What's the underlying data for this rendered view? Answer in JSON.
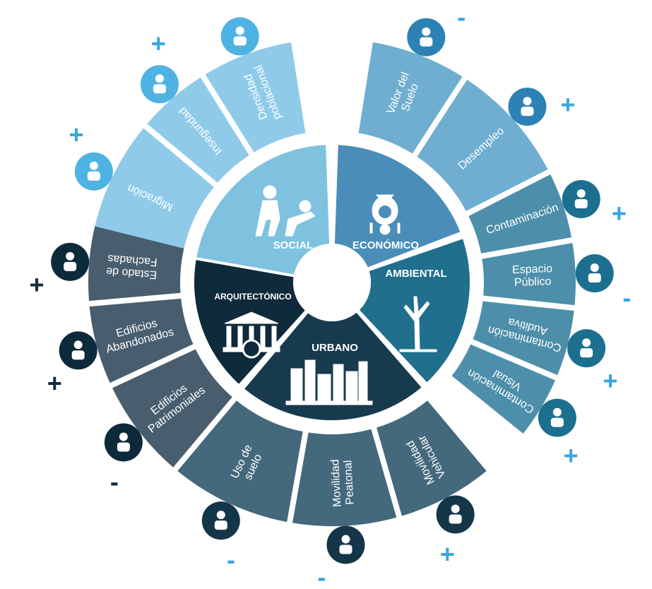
{
  "colors": {
    "social_outer": "#8fcbe9",
    "social_inner": "#7ec2e0",
    "economico_outer": "#6faed0",
    "economico_inner": "#4a8db8",
    "ambiental_outer": "#4d8faa",
    "ambiental_inner": "#1f6f8d",
    "urbano_outer": "#44687c",
    "urbano_inner": "#173a4f",
    "arquitectonico_outer": "#485e6e",
    "arquitectonico_inner": "#0e2a3b",
    "plus": "#3aa6dc",
    "dark_plus": "#0f2c3d",
    "icon_social": "#4eb3e3",
    "icon_economico": "#2c82b4",
    "icon_ambiental": "#1d6f8f",
    "icon_urbano": "#153548",
    "icon_arquitectonico": "#0d2a3a"
  },
  "categories": [
    {
      "key": "social",
      "label": "SOCIAL",
      "icon": "people-helping-icon"
    },
    {
      "key": "economico",
      "label": "ECONÓMICO",
      "icon": "money-bag-icon"
    },
    {
      "key": "ambiental",
      "label": "AMBIENTAL",
      "icon": "dead-tree-icon"
    },
    {
      "key": "urbano",
      "label": "URBANO",
      "icon": "ruined-city-icon"
    },
    {
      "key": "arquitectonico",
      "label": "ARQUITECTÓNICO",
      "icon": "damaged-building-icon"
    }
  ],
  "segments": [
    {
      "label": "Migración",
      "category": "social",
      "sign": "+",
      "icon": "migrants-icon"
    },
    {
      "label": "Inseguridad",
      "category": "social",
      "sign": "+",
      "icon": "robbery-icon"
    },
    {
      "label": "Densidad poblacional",
      "category": "social",
      "sign": "",
      "icon": "population-icon"
    },
    {
      "label": "Valor del Suelo",
      "category": "economico",
      "sign": "-",
      "icon": "plant-in-hand-icon"
    },
    {
      "label": "Desempleo",
      "category": "economico",
      "sign": "+",
      "icon": "unemployment-icon"
    },
    {
      "label": "Contaminación",
      "category": "ambiental",
      "sign": "+",
      "icon": "pollution-icon"
    },
    {
      "label": "Espacio Público",
      "category": "ambiental",
      "sign": "-",
      "icon": "park-tree-icon"
    },
    {
      "label": "Contaminación Auditiva",
      "category": "ambiental",
      "sign": "+",
      "icon": "ear-noise-icon"
    },
    {
      "label": "Contaminación Visual",
      "category": "ambiental",
      "sign": "+",
      "icon": "eye-strain-icon"
    },
    {
      "label": "Movilidad Vehicular",
      "category": "urbano",
      "sign": "+",
      "icon": "bus-traffic-icon"
    },
    {
      "label": "Movilidad Peatonal",
      "category": "urbano",
      "sign": "-",
      "icon": "pedestrian-crossing-icon"
    },
    {
      "label": "Uso de suelo",
      "category": "urbano",
      "sign": "-",
      "icon": "land-use-map-icon"
    },
    {
      "label": "Edificios Patrimoniales",
      "category": "arquitectonico",
      "sign": "-",
      "icon": "heritage-hand-icon"
    },
    {
      "label": "Edificios Abandonados",
      "category": "arquitectonico",
      "sign": "+",
      "icon": "abandoned-house-icon"
    },
    {
      "label": "Estado de Fachadas",
      "category": "arquitectonico",
      "sign": "+",
      "icon": "facade-building-icon"
    }
  ]
}
